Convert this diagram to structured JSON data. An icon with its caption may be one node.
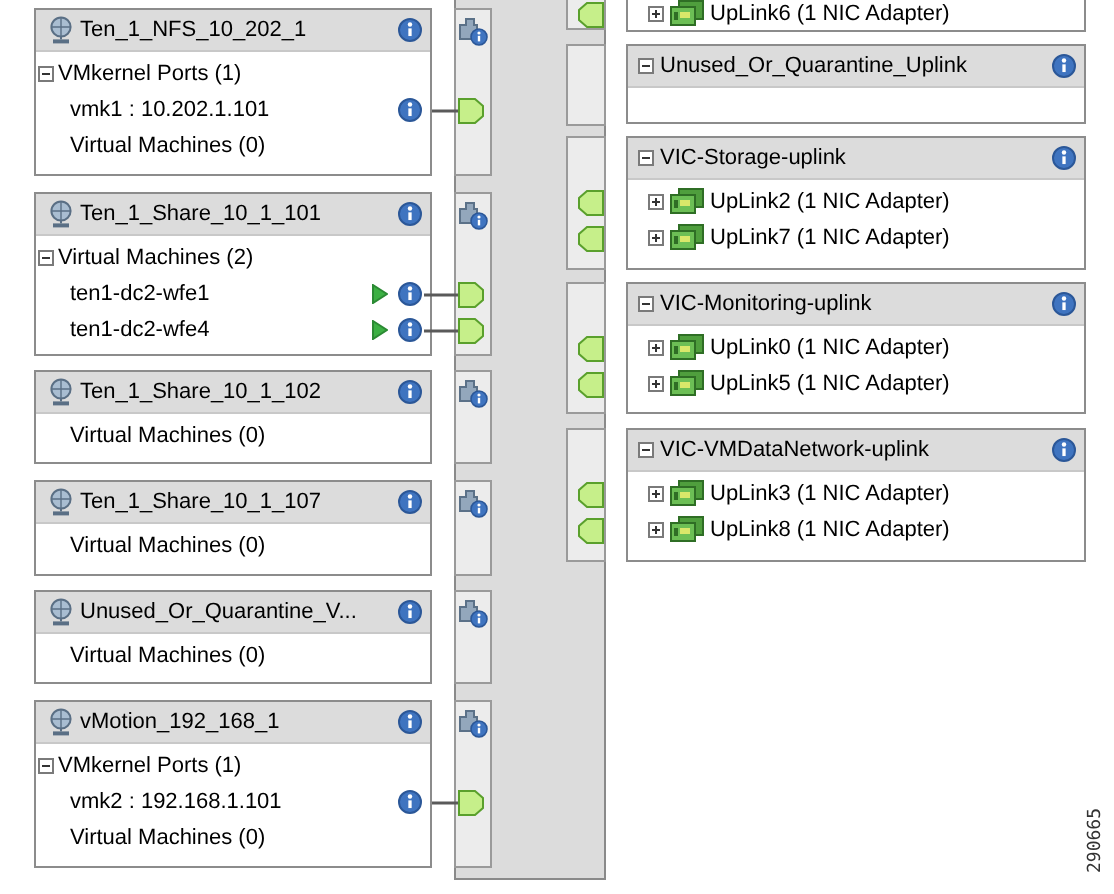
{
  "diagram": {
    "nodes": [
      {
        "text": [
          "Ten_1_NFS_10_202_1",
          "VMkernel Ports (1)",
          "vmk1 : 10.202.1.101",
          "Virtual Machines (0)"
        ]
      },
      {
        "text": [],
        "shape": "box"
      },
      {
        "text": [
          "Ten_1_Share_10_1_101",
          "Virtual Machines (2)"
        ]
      },
      {
        "text": [
          "ten1-dc2-wfe1"
        ],
        "in": 2
      },
      {
        "text": [
          "ten1-dc2-wfe4"
        ],
        "in": 2
      },
      {
        "text": [],
        "shape": "box"
      },
      {
        "text": [],
        "shape": "box"
      },
      {
        "text": [
          "Ten_1_Share_10_1_102",
          "Virtual Machines (0)"
        ]
      },
      {
        "text": [
          "Ten_1_Share_10_1_107",
          "Virtual Machines (0)"
        ]
      },
      {
        "text": [
          "Unused_Or_Quarantine_V...",
          "Virtual Machines (0)"
        ]
      },
      {
        "text": [
          "vMotion_192_168_1",
          "VMkernel Ports (1)",
          "vmk2 : 192.168.1.101",
          "Virtual Machines (0)"
        ]
      },
      {
        "text": [],
        "shape": "box"
      },
      {
        "text": [
          "UpLink6 (1 NIC Adapter)"
        ]
      },
      {
        "text": [
          "Unused_Or_Quarantine_Uplink"
        ]
      },
      {
        "text": [
          "VIC-Storage-uplink",
          "UpLink2 (1 NIC Adapter)",
          "UpLink7 (1 NIC Adapter)"
        ]
      },
      {
        "text": [
          "VIC-Monitoring-uplink",
          "UpLink0 (1 NIC Adapter)",
          "UpLink5 (1 NIC Adapter)"
        ]
      },
      {
        "text": [
          "VIC-VMDataNetwork-uplink",
          "UpLink3 (1 NIC Adapter)",
          "UpLink8 (1 NIC Adapter)"
        ]
      }
    ],
    "edges": [
      {
        "from": 0,
        "to": 1,
        "arrow": "none"
      },
      {
        "from": 3,
        "to": 5,
        "arrow": "none"
      },
      {
        "from": 4,
        "to": 6,
        "arrow": "none"
      },
      {
        "from": 10,
        "to": 11,
        "arrow": "none"
      }
    ],
    "labels": [
      "290665"
    ]
  }
}
